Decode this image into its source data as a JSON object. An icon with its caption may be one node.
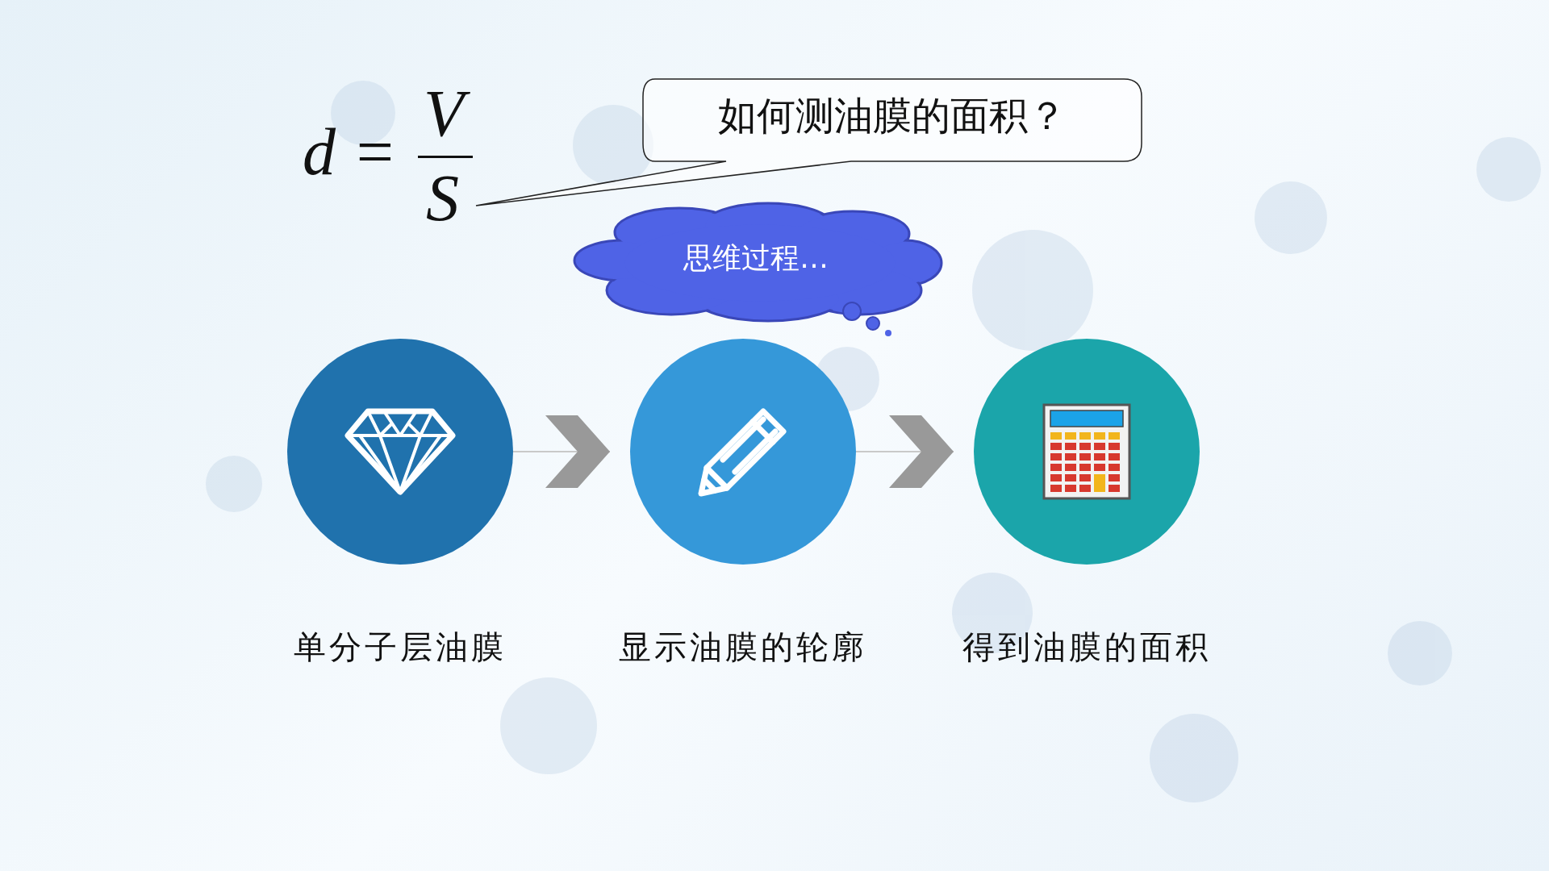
{
  "diagram": {
    "nodes": [
      {
        "text": [
          "如何测油膜的面积？"
        ]
      },
      {
        "text": [
          "思维过程…"
        ]
      },
      {
        "text": [
          "单分子层油膜"
        ]
      },
      {
        "text": [
          "显示油膜的轮廓"
        ]
      },
      {
        "text": [
          "得到油膜的面积"
        ]
      }
    ],
    "edges": [
      {
        "from": 2,
        "to": 3,
        "arrow": "to"
      },
      {
        "from": 3,
        "to": 4,
        "arrow": "to"
      }
    ],
    "labels": [
      "d =",
      "V",
      "S"
    ]
  }
}
